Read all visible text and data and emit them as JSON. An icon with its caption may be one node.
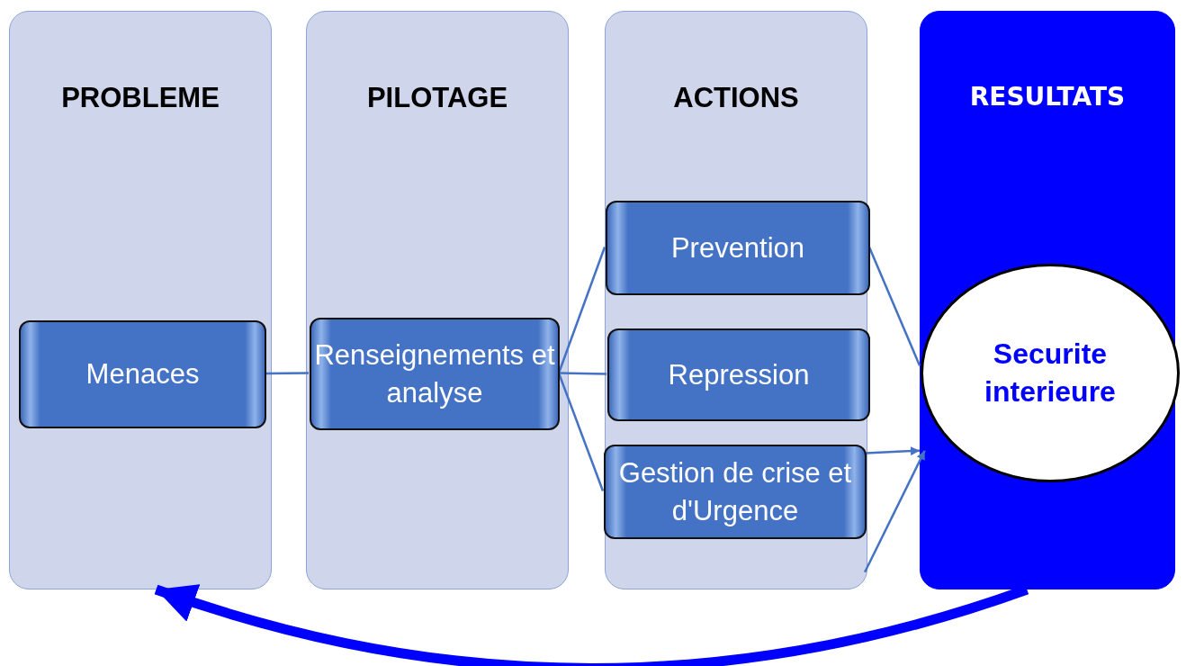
{
  "diagram": {
    "nodes": [
      {
        "text": [
          "PROBLEME"
        ]
      },
      {
        "text": [
          "Menaces"
        ],
        "in": 0
      },
      {
        "text": [
          "PILOTAGE"
        ]
      },
      {
        "text": [
          "Renseignements et analyse"
        ],
        "in": 2
      },
      {
        "text": [
          "ACTIONS"
        ]
      },
      {
        "text": [
          "Prevention"
        ],
        "in": 4
      },
      {
        "text": [
          "Repression"
        ],
        "in": 4
      },
      {
        "text": [
          "Gestion de crise et d'Urgence"
        ],
        "in": 4
      },
      {
        "text": [
          "RESULTATS"
        ]
      },
      {
        "text": [
          "Securite interieure"
        ],
        "in": 8
      }
    ],
    "edges": [
      {
        "from": 1,
        "to": 3,
        "arrow": "none"
      },
      {
        "from": 3,
        "to": 5,
        "arrow": "none"
      },
      {
        "from": 3,
        "to": 6,
        "arrow": "none"
      },
      {
        "from": 3,
        "to": 7,
        "arrow": "none"
      },
      {
        "from": 5,
        "to": 9,
        "arrow": "none"
      },
      {
        "from": 7,
        "to": 8,
        "arrow": "to"
      },
      {
        "from": 4,
        "to": 8,
        "arrow": "to"
      },
      {
        "from": 8,
        "to": 0,
        "arrow": "to",
        "style": "thick",
        "color": "#0000ff"
      }
    ]
  }
}
